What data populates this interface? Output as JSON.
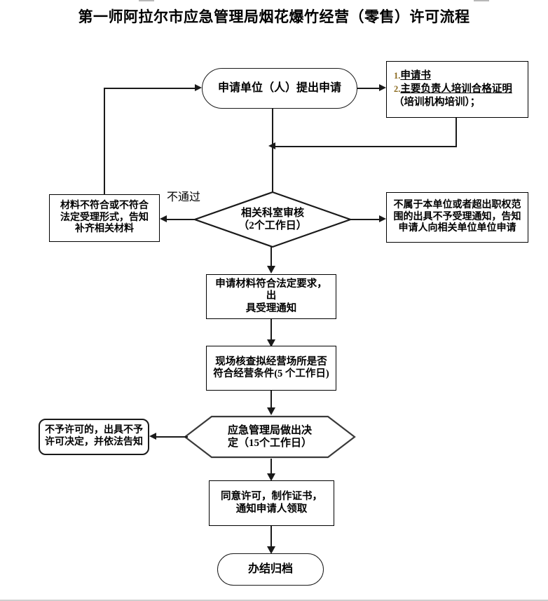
{
  "document": {
    "title": "第一师阿拉尔市应急管理局烟花爆竹经营（零售）许可流程"
  },
  "chart_data": {
    "type": "diagram",
    "diagram_kind": "flowchart",
    "title": "第一师阿拉尔市应急管理局烟花爆竹经营（零售）许可流程",
    "orientation": "top-to-bottom",
    "nodes": [
      {
        "id": "n1",
        "shape": "stadium",
        "text": "申请单位（人）提出申请"
      },
      {
        "id": "n2",
        "shape": "rect",
        "text": "1.申请书\n2.主要负责人培训合格证明\n（培训机构培训）；"
      },
      {
        "id": "n3",
        "shape": "rect",
        "text": "材料不符合或不符合\n法定受理形式，告知\n补齐相关材料"
      },
      {
        "id": "n4",
        "shape": "diamond",
        "text": "相关科室审核\n（2个工作日）"
      },
      {
        "id": "n5",
        "shape": "rect",
        "text": "不属于本单位或者超出职权范\n围的出具不予受理通知，告知\n申请人向相关单位单位申请"
      },
      {
        "id": "n6",
        "shape": "rect",
        "text": "申请材料符合法定要求，出\n具受理通知"
      },
      {
        "id": "n7",
        "shape": "rect",
        "text": "现场核查拟经营场所是否\n符合经营条件(5 个工作日)"
      },
      {
        "id": "n8",
        "shape": "hexagon",
        "text": "应急管理局做出决\n定（15个工作日）"
      },
      {
        "id": "n9",
        "shape": "roundrect",
        "text": "不予许可的，出具不予\n许可决定，并依法告知"
      },
      {
        "id": "n10",
        "shape": "rect",
        "text": "同意许可，制作证书，\n通知申请人领取"
      },
      {
        "id": "n11",
        "shape": "stadium",
        "text": "办结归档"
      }
    ],
    "edges": [
      {
        "from": "n1",
        "to": "n2",
        "label": ""
      },
      {
        "from": "n2",
        "to": "n1_down",
        "label": ""
      },
      {
        "from": "n1",
        "to": "n4",
        "label": ""
      },
      {
        "from": "n4",
        "to": "n3",
        "label": "不通过"
      },
      {
        "from": "n3",
        "to": "n1",
        "label": ""
      },
      {
        "from": "n4",
        "to": "n5",
        "label": ""
      },
      {
        "from": "n4",
        "to": "n6",
        "label": ""
      },
      {
        "from": "n6",
        "to": "n7",
        "label": ""
      },
      {
        "from": "n7",
        "to": "n8",
        "label": ""
      },
      {
        "from": "n8",
        "to": "n9",
        "label": ""
      },
      {
        "from": "n8",
        "to": "n10",
        "label": ""
      },
      {
        "from": "n10",
        "to": "n11",
        "label": ""
      }
    ]
  },
  "nodes": {
    "apply": {
      "text": "申请单位（人）提出申请"
    },
    "documents": {
      "item1_num": "1.",
      "item1_text": "申请书",
      "item2_num": "2.",
      "item2_text": "主要负责人培训合格证明",
      "item3_text": "（培训机构培训）；"
    },
    "reject_material": {
      "text": "材料不符合或不符合\n法定受理形式，告知\n补齐相关材料"
    },
    "review": {
      "text": "相关科室审核\n（2个工作日）"
    },
    "out_of_scope": {
      "text": "不属于本单位或者超出职权范\n围的出具不予受理通知，告知\n申请人向相关单位单位申请"
    },
    "accept_notice": {
      "text": "申请材料符合法定要求，出\n具受理通知"
    },
    "site_check": {
      "text": "现场核查拟经营场所是否\n符合经营条件(5 个工作日)"
    },
    "decision": {
      "text": "应急管理局做出决\n定（15个工作日）"
    },
    "no_permit": {
      "text": "不予许可的，出具不予\n许可决定，并依法告知"
    },
    "approve": {
      "text": "同意许可，制作证书，\n通知申请人领取"
    },
    "archive": {
      "text": "办结归档"
    }
  },
  "edge_labels": {
    "fail": "不通过"
  },
  "colors": {
    "stroke": "#1a1a1a",
    "text": "#000000",
    "list_number": "#8a6a1f",
    "background": "#ffffff"
  }
}
